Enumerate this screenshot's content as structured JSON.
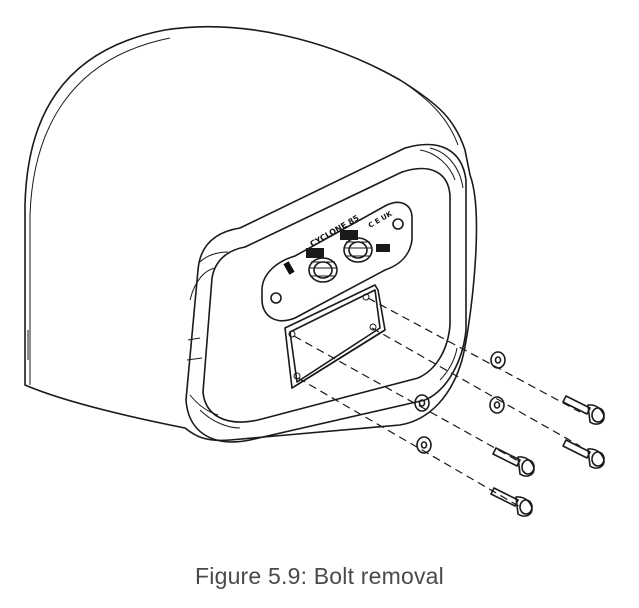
{
  "figure": {
    "caption": "Figure 5.9: Bolt removal",
    "panel_model_text": "CYCLONE 85",
    "panel_cert_text": "C E UK"
  },
  "colors": {
    "line": "#1a1a1a",
    "caption": "#4a4a4a",
    "background": "#ffffff"
  }
}
